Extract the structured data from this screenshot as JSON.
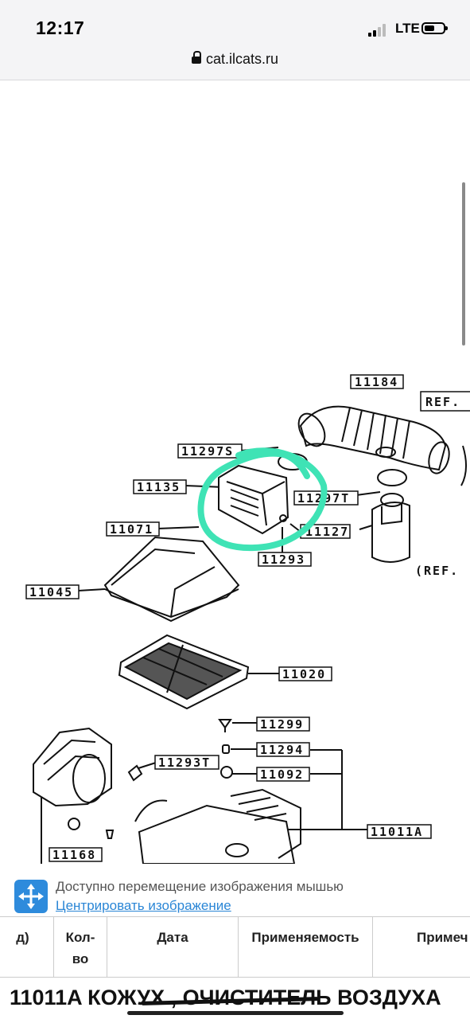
{
  "status": {
    "time": "12:17",
    "network": "LTE"
  },
  "browser": {
    "url": "cat.ilcats.ru"
  },
  "diagram": {
    "labels": {
      "p11184": "11184",
      "ref1": "REF.",
      "p11297s": "11297S",
      "p11135": "11135",
      "p11297t": "11297T",
      "p11071": "11071",
      "p11127": "11127",
      "p11293": "11293",
      "ref2": "(REF.",
      "p11045": "11045",
      "p11020": "11020",
      "p11299": "11299",
      "p11294": "11294",
      "p11293t": "11293T",
      "p11092": "11092",
      "p11011a": "11011A",
      "p11168": "11168"
    },
    "highlight_color": "#3fe3b5"
  },
  "info": {
    "message": "Доступно перемещение изображения мышью",
    "link": "Центрировать изображение"
  },
  "table": {
    "col_partial": "д)",
    "col_qty_1": "Кол-",
    "col_qty_2": "во",
    "col_date": "Дата",
    "col_apply": "Применяемость",
    "col_note": "Примеч"
  },
  "row": {
    "title": "11011A КОЖУХ , ОЧИСТИТЕЛЬ ВОЗДУХА"
  }
}
